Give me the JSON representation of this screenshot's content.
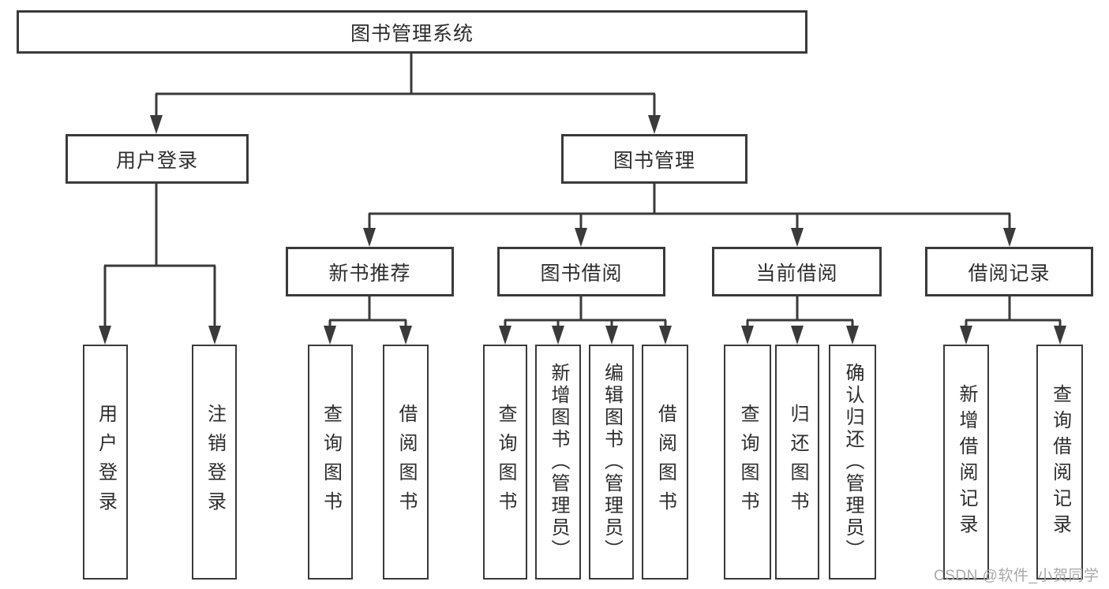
{
  "root": {
    "label": "图书管理系统"
  },
  "level2": [
    {
      "label": "用户登录"
    },
    {
      "label": "图书管理"
    }
  ],
  "level3": [
    {
      "label": "新书推荐"
    },
    {
      "label": "图书借阅"
    },
    {
      "label": "当前借阅"
    },
    {
      "label": "借阅记录"
    }
  ],
  "leaves": [
    {
      "label": "用户登录"
    },
    {
      "label": "注销登录"
    },
    {
      "label": "查询图书"
    },
    {
      "label": "借阅图书"
    },
    {
      "label": "查询图书"
    },
    {
      "label": "新增图书（管理员）"
    },
    {
      "label": "编辑图书（管理员）"
    },
    {
      "label": "借阅图书"
    },
    {
      "label": "查询图书"
    },
    {
      "label": "归还图书"
    },
    {
      "label": "确认归还（管理员）"
    },
    {
      "label": "新增借阅记录"
    },
    {
      "label": "查询借阅记录"
    }
  ],
  "watermark": "CSDN @软件_小贺同学",
  "colors": {
    "line": "#3a3a3a",
    "text": "#2d2d2d",
    "watermark": "#a9a9a9",
    "background": "#ffffff"
  }
}
